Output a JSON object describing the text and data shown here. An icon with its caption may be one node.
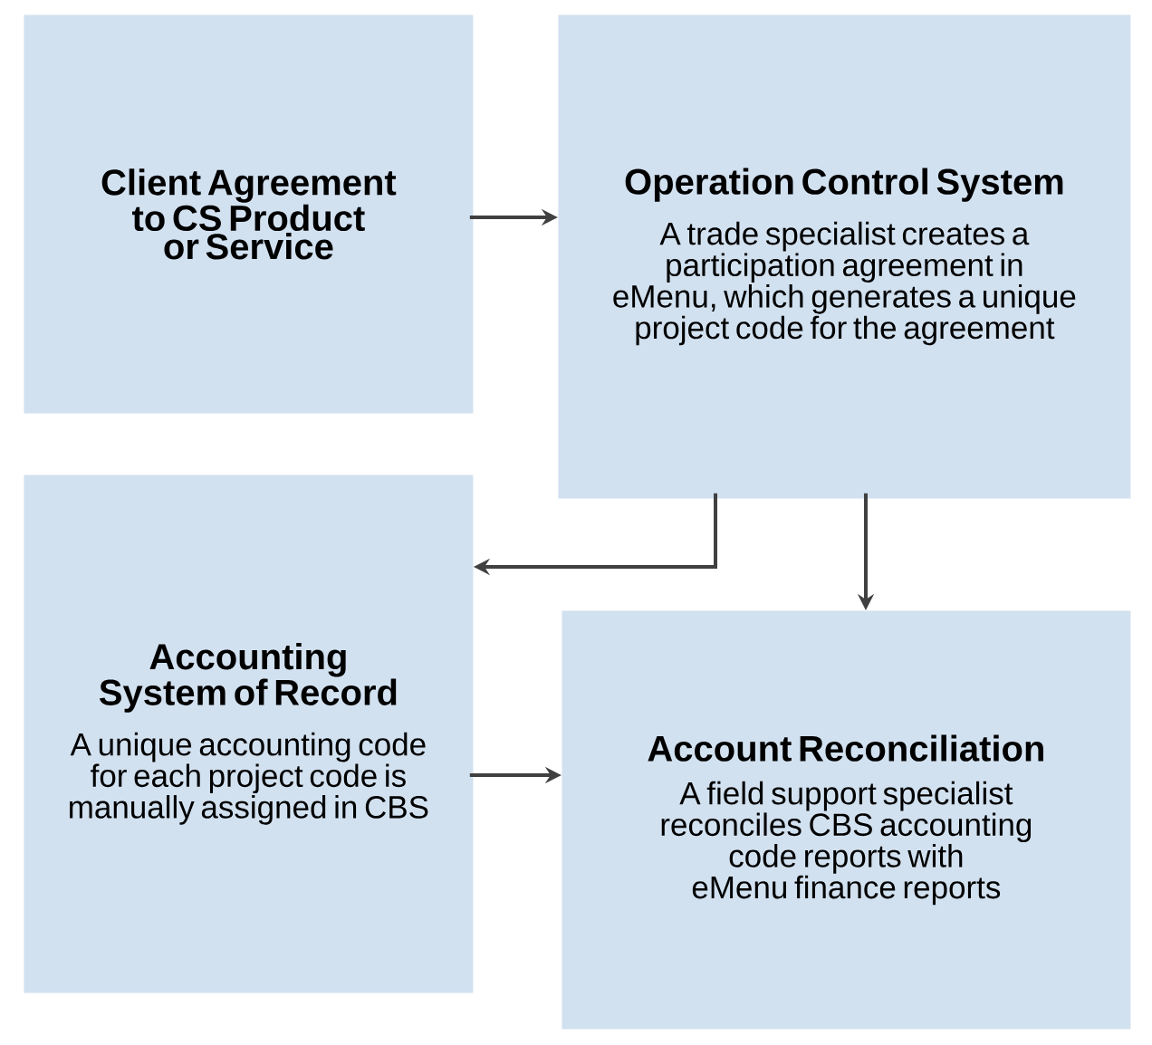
{
  "diagram": {
    "nodes": [
      {
        "text": [
          "Client Agreement to CS Product or Service"
        ]
      },
      {
        "text": [
          "Operation Control System",
          "A trade specialist creates a participation agreement in eMenu, which generates a unique project code for the agreement"
        ]
      },
      {
        "text": [
          "Accounting System of Record",
          "A unique accounting code for each project code is manually assigned in CBS"
        ]
      },
      {
        "text": [
          "Account Reconciliation",
          "A field support specialist reconciles CBS accounting code reports with eMenu finance reports"
        ]
      }
    ],
    "edges": [
      {
        "from": 0,
        "to": 1,
        "arrow": "to"
      },
      {
        "from": 1,
        "to": 2,
        "arrow": "to"
      },
      {
        "from": 1,
        "to": 3,
        "arrow": "to"
      },
      {
        "from": 2,
        "to": 3,
        "arrow": "to"
      }
    ]
  }
}
